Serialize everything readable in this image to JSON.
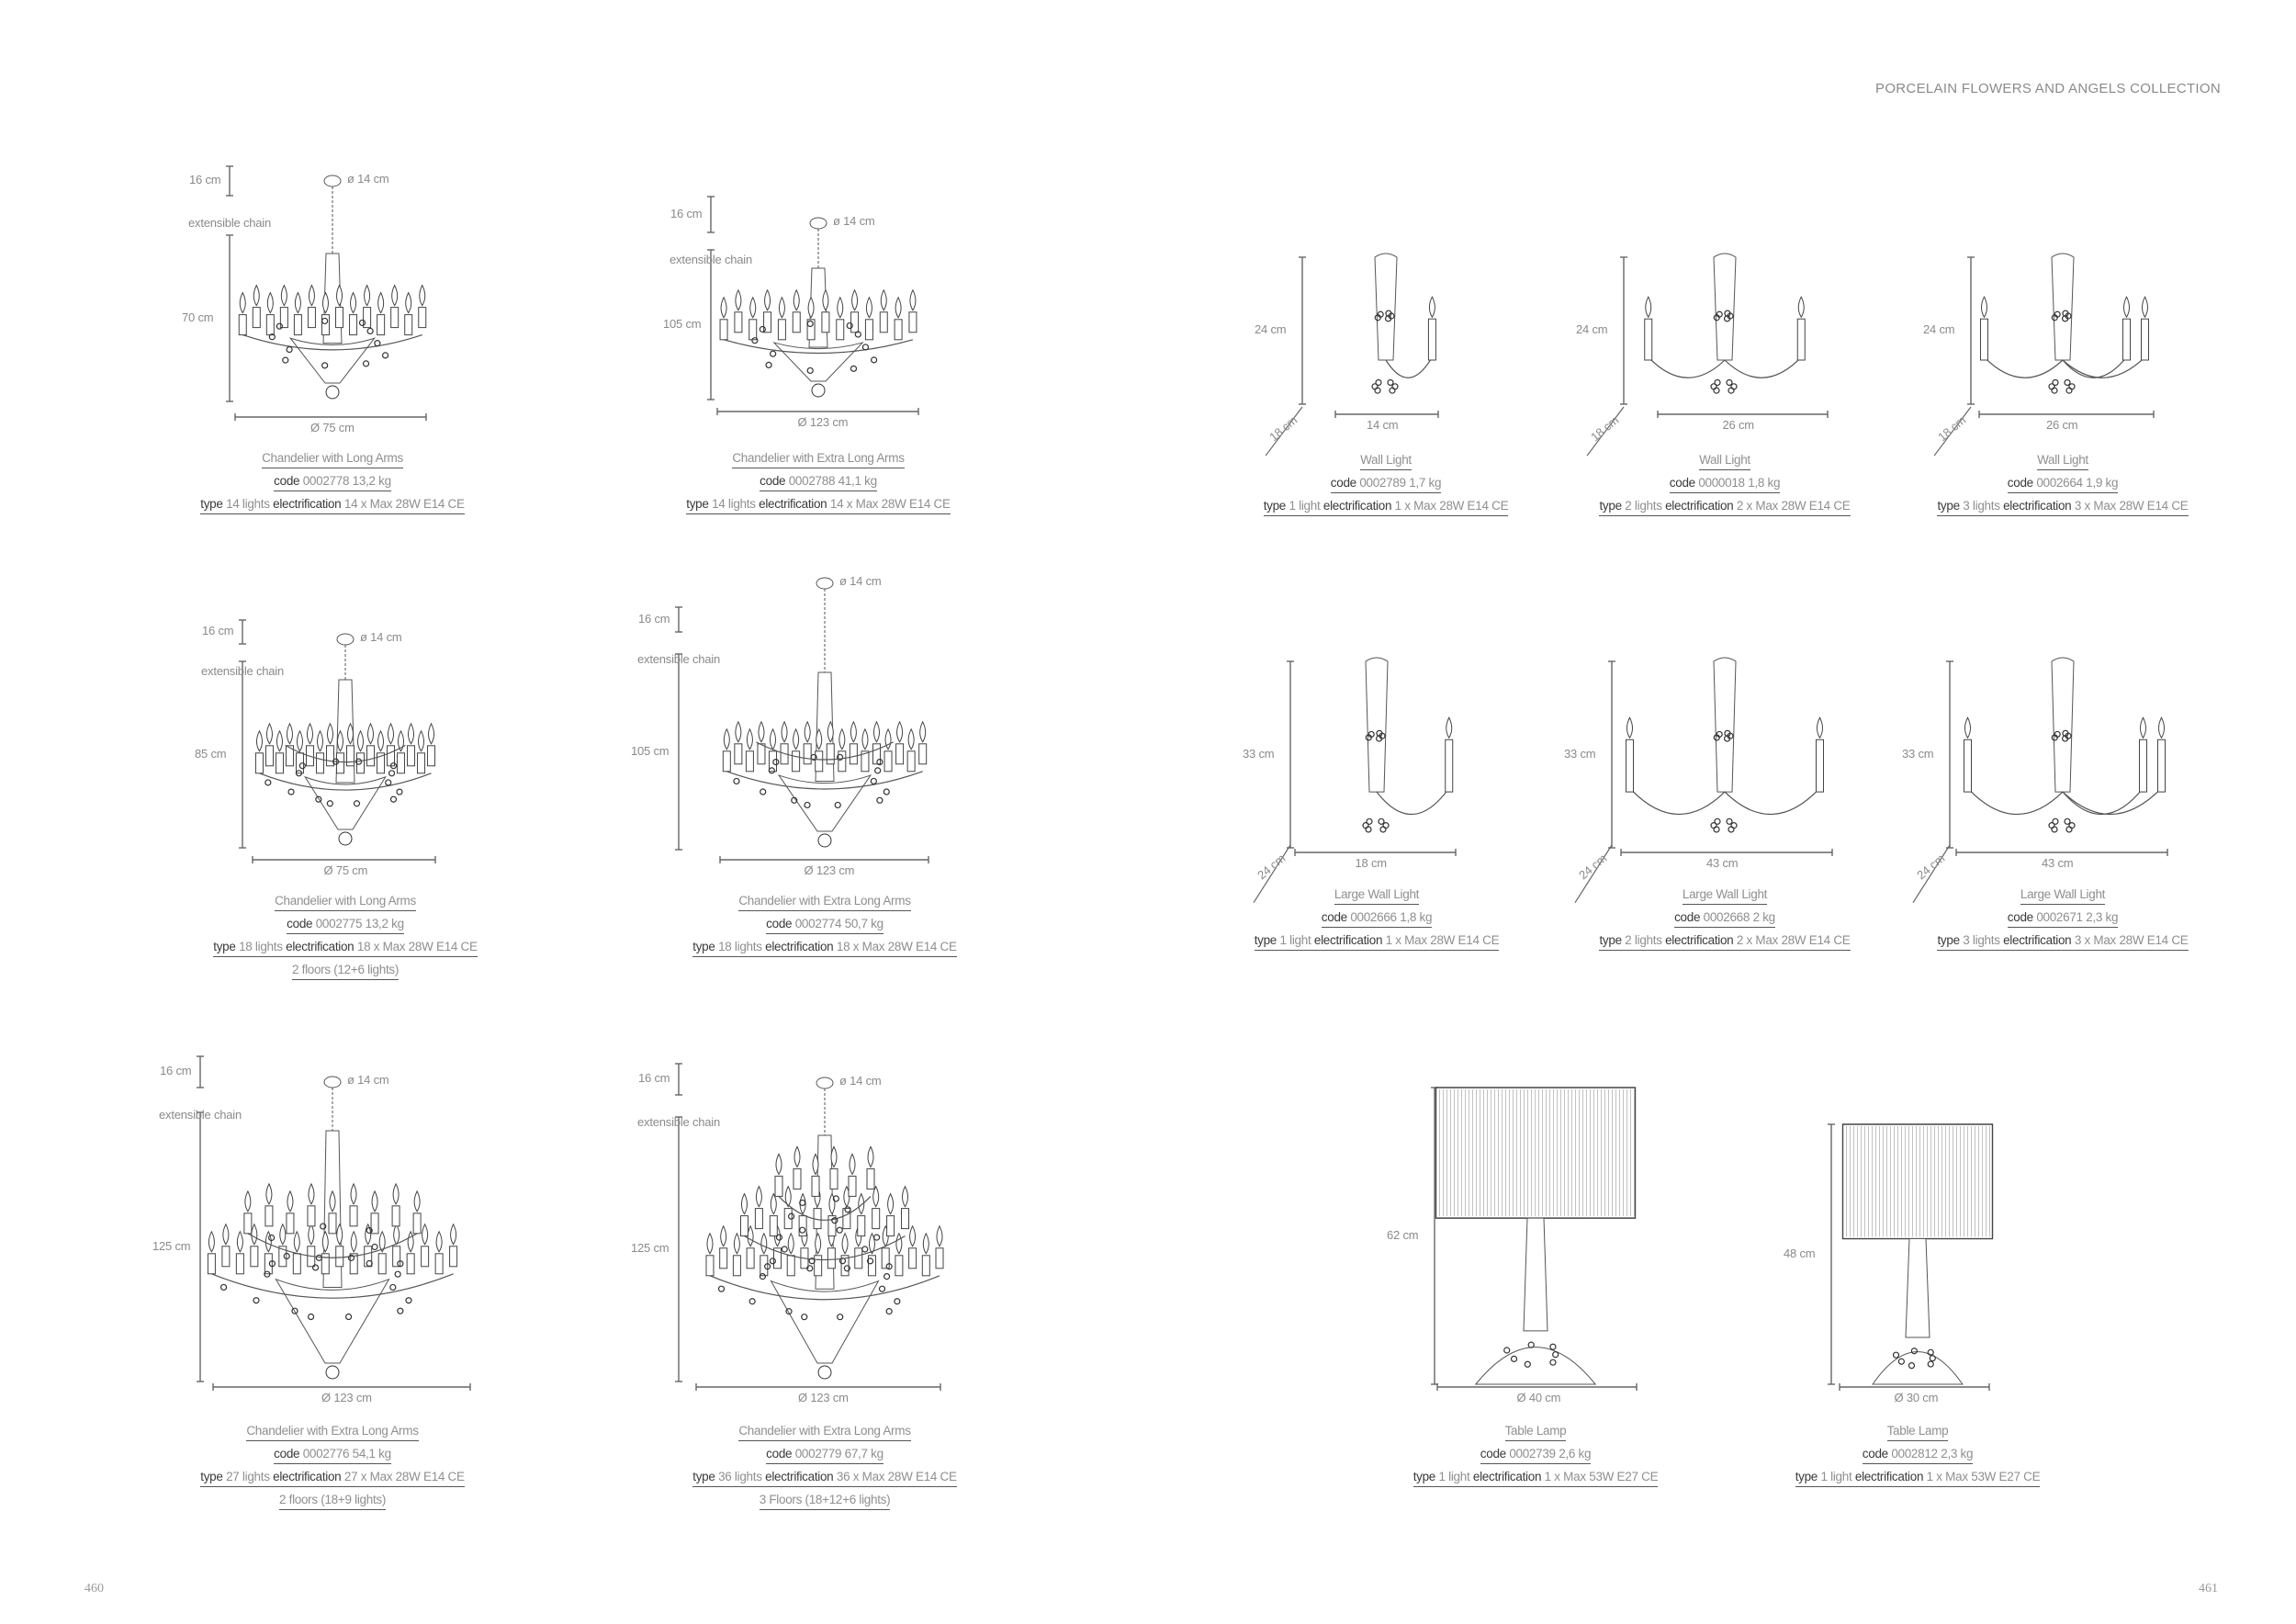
{
  "header": {
    "collection_title": "PORCELAIN FLOWERS AND ANGELS COLLECTION"
  },
  "pages": {
    "left": "460",
    "right": "461"
  },
  "labels": {
    "code": "code",
    "type": "type",
    "electrification": "electrification"
  },
  "products": [
    {
      "kind": "chandelier",
      "name": "Chandelier with Long Arms",
      "code": "0002778",
      "weight": "13,2 kg",
      "type": "14 lights",
      "electrification": "14 x Max 28W E14 CE",
      "dims": {
        "chain": "16 cm",
        "chain_note": "extensible chain",
        "canopy": "ø 14 cm",
        "height": "70 cm",
        "width": "Ø 75 cm"
      },
      "lights": 14
    },
    {
      "kind": "chandelier",
      "name": "Chandelier with Extra Long Arms",
      "code": "0002788",
      "weight": "41,1 kg",
      "type": "14 lights",
      "electrification": "14 x Max 28W E14 CE",
      "dims": {
        "chain": "16 cm",
        "chain_note": "extensible chain",
        "canopy": "ø 14 cm",
        "height": "105 cm",
        "width": "Ø 123 cm"
      },
      "lights": 14
    },
    {
      "kind": "wall",
      "name": "Wall Light",
      "code": "0002789",
      "weight": "1,7 kg",
      "type": "1 light",
      "electrification": "1 x Max 28W E14 CE",
      "dims": {
        "height": "24 cm",
        "width": "14 cm",
        "depth": "18 cm"
      },
      "lights": 1
    },
    {
      "kind": "wall",
      "name": "Wall Light",
      "code": "0000018",
      "weight": "1,8 kg",
      "type": "2 lights",
      "electrification": "2 x Max 28W E14 CE",
      "dims": {
        "height": "24 cm",
        "width": "26 cm",
        "depth": "18 cm"
      },
      "lights": 2
    },
    {
      "kind": "wall",
      "name": "Wall Light",
      "code": "0002664",
      "weight": "1,9 kg",
      "type": "3 lights",
      "electrification": "3 x Max 28W E14 CE",
      "dims": {
        "height": "24 cm",
        "width": "26 cm",
        "depth": "18 cm"
      },
      "lights": 3
    },
    {
      "kind": "chandelier",
      "name": "Chandelier with Long Arms",
      "code": "0002775",
      "weight": "13,2 kg",
      "type": "18 lights",
      "electrification": "18 x Max 28W E14 CE",
      "floors": "2 floors (12+6 lights)",
      "dims": {
        "chain": "16 cm",
        "chain_note": "extensible chain",
        "canopy": "ø 14 cm",
        "height": "85 cm",
        "width": "Ø 75 cm"
      },
      "lights": 18
    },
    {
      "kind": "chandelier",
      "name": "Chandelier with Extra Long Arms",
      "code": "0002774",
      "weight": "50,7 kg",
      "type": "18 lights",
      "electrification": "18 x Max 28W E14 CE",
      "dims": {
        "chain": "16 cm",
        "chain_note": "extensible chain",
        "canopy": "ø 14 cm",
        "height": "105 cm",
        "width": "Ø 123 cm"
      },
      "lights": 18
    },
    {
      "kind": "wall",
      "name": "Large Wall Light",
      "code": "0002666",
      "weight": "1,8 kg",
      "type": "1 light",
      "electrification": "1 x Max 28W E14 CE",
      "dims": {
        "height": "33 cm",
        "width": "18 cm",
        "depth": "24 cm"
      },
      "lights": 1
    },
    {
      "kind": "wall",
      "name": "Large Wall Light",
      "code": "0002668",
      "weight": "2 kg",
      "type": "2 lights",
      "electrification": "2 x Max 28W E14 CE",
      "dims": {
        "height": "33 cm",
        "width": "43 cm",
        "depth": "24 cm"
      },
      "lights": 2
    },
    {
      "kind": "wall",
      "name": "Large Wall Light",
      "code": "0002671",
      "weight": "2,3 kg",
      "type": "3 lights",
      "electrification": "3 x Max 28W E14 CE",
      "dims": {
        "height": "33 cm",
        "width": "43 cm",
        "depth": "24 cm"
      },
      "lights": 3
    },
    {
      "kind": "chandelier",
      "name": "Chandelier with Extra Long Arms",
      "code": "0002776",
      "weight": "54,1 kg",
      "type": "27 lights",
      "electrification": "27 x Max 28W E14 CE",
      "floors": "2 floors (18+9 lights)",
      "dims": {
        "chain": "16 cm",
        "chain_note": "extensible chain",
        "canopy": "ø 14 cm",
        "height": "125 cm",
        "width": "Ø 123 cm"
      },
      "lights": 27
    },
    {
      "kind": "chandelier",
      "name": "Chandelier with Extra Long Arms",
      "code": "0002779",
      "weight": "67,7 kg",
      "type": "36 lights",
      "electrification": "36 x Max 28W E14 CE",
      "floors": "3 Floors (18+12+6 lights)",
      "dims": {
        "chain": "16 cm",
        "chain_note": "extensible chain",
        "canopy": "ø 14 cm",
        "height": "125 cm",
        "width": "Ø 123 cm"
      },
      "lights": 36
    },
    {
      "kind": "lamp",
      "name": "Table Lamp",
      "code": "0002739",
      "weight": "2,6 kg",
      "type": "1 light",
      "electrification": "1 x Max 53W E27 CE",
      "dims": {
        "height": "62 cm",
        "width": "Ø 40 cm"
      },
      "lights": 1
    },
    {
      "kind": "lamp",
      "name": "Table Lamp",
      "code": "0002812",
      "weight": "2,3 kg",
      "type": "1 light",
      "electrification": "1 x Max 53W E27 CE",
      "dims": {
        "height": "48 cm",
        "width": "Ø 30 cm"
      },
      "lights": 1
    }
  ]
}
